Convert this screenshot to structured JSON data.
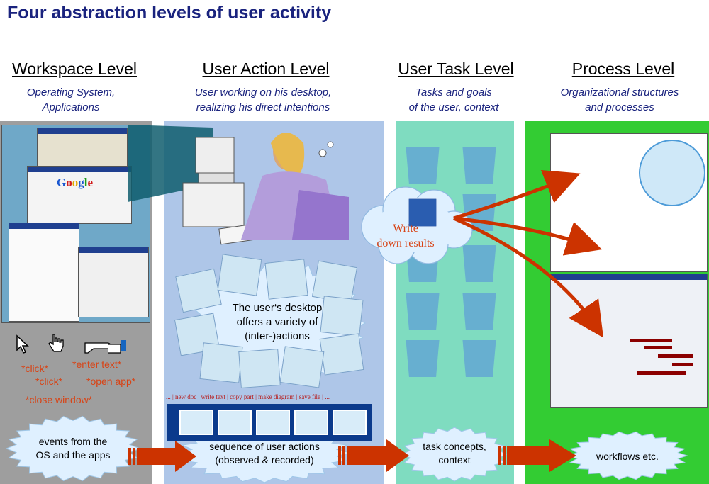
{
  "title": "Four abstraction levels of user activity",
  "levels": [
    {
      "heading": "Workspace Level",
      "subtitle_line1": "Operating System,",
      "subtitle_line2": "Applications"
    },
    {
      "heading": "User Action Level",
      "subtitle_line1": "User working on his desktop,",
      "subtitle_line2": "realizing his direct intentions"
    },
    {
      "heading": "User Task Level",
      "subtitle_line1": "Tasks and goals",
      "subtitle_line2": "of the user, context"
    },
    {
      "heading": "Process Level",
      "subtitle_line1": "Organizational structures",
      "subtitle_line2": "and processes"
    }
  ],
  "workspace": {
    "google_logo": "Google",
    "events": {
      "click1": "*click*",
      "click2": "*click*",
      "enter_text": "*enter text*",
      "open_app": "*open app*",
      "close_window": "*close window*"
    },
    "burst_line1": "events from the",
    "burst_line2": "OS and the apps"
  },
  "user_action": {
    "desktop_line1": "The user‘s desktop",
    "desktop_line2": "offers a variety of",
    "desktop_line3": "(inter-)actions",
    "film_label": "... | new doc | write text | copy part | make diagram | save file | ...",
    "burst_line1": "sequence of user actions",
    "burst_line2": "(observed & recorded)"
  },
  "user_task": {
    "cloud_line1": "Write",
    "cloud_line2": "down results",
    "burst_line1": "task concepts,",
    "burst_line2": "context"
  },
  "process": {
    "burst_text": "workflows etc."
  },
  "colors": {
    "title": "#1a237e",
    "workspace_bg": "#9e9e9e",
    "user_action_bg": "#aec6e8",
    "user_task_bg": "#7fdcc0",
    "process_bg": "#33cc33",
    "arrow": "#cc3300",
    "event_text": "#d84315"
  }
}
